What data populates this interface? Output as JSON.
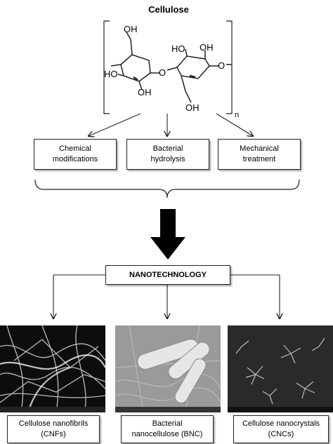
{
  "title": "Cellulose",
  "structure": {
    "groups": [
      "OH",
      "HO",
      "OH",
      "O",
      "OH",
      "HO",
      "O",
      "OH"
    ],
    "repeat_index": "n"
  },
  "processes": [
    {
      "label": "Chemical\nmodifications"
    },
    {
      "label": "Bacterial\nhydrolysis"
    },
    {
      "label": "Mechanical\ntreatment"
    }
  ],
  "center_box": "NANOTECHNOLOGY",
  "products": [
    {
      "label": "Cellulose nanofibrils\n(CNFs)"
    },
    {
      "label": "Bacterial\nnanocellulose (BNC)"
    },
    {
      "label": "Cellulose nanocrystals\n(CNCs)"
    }
  ]
}
